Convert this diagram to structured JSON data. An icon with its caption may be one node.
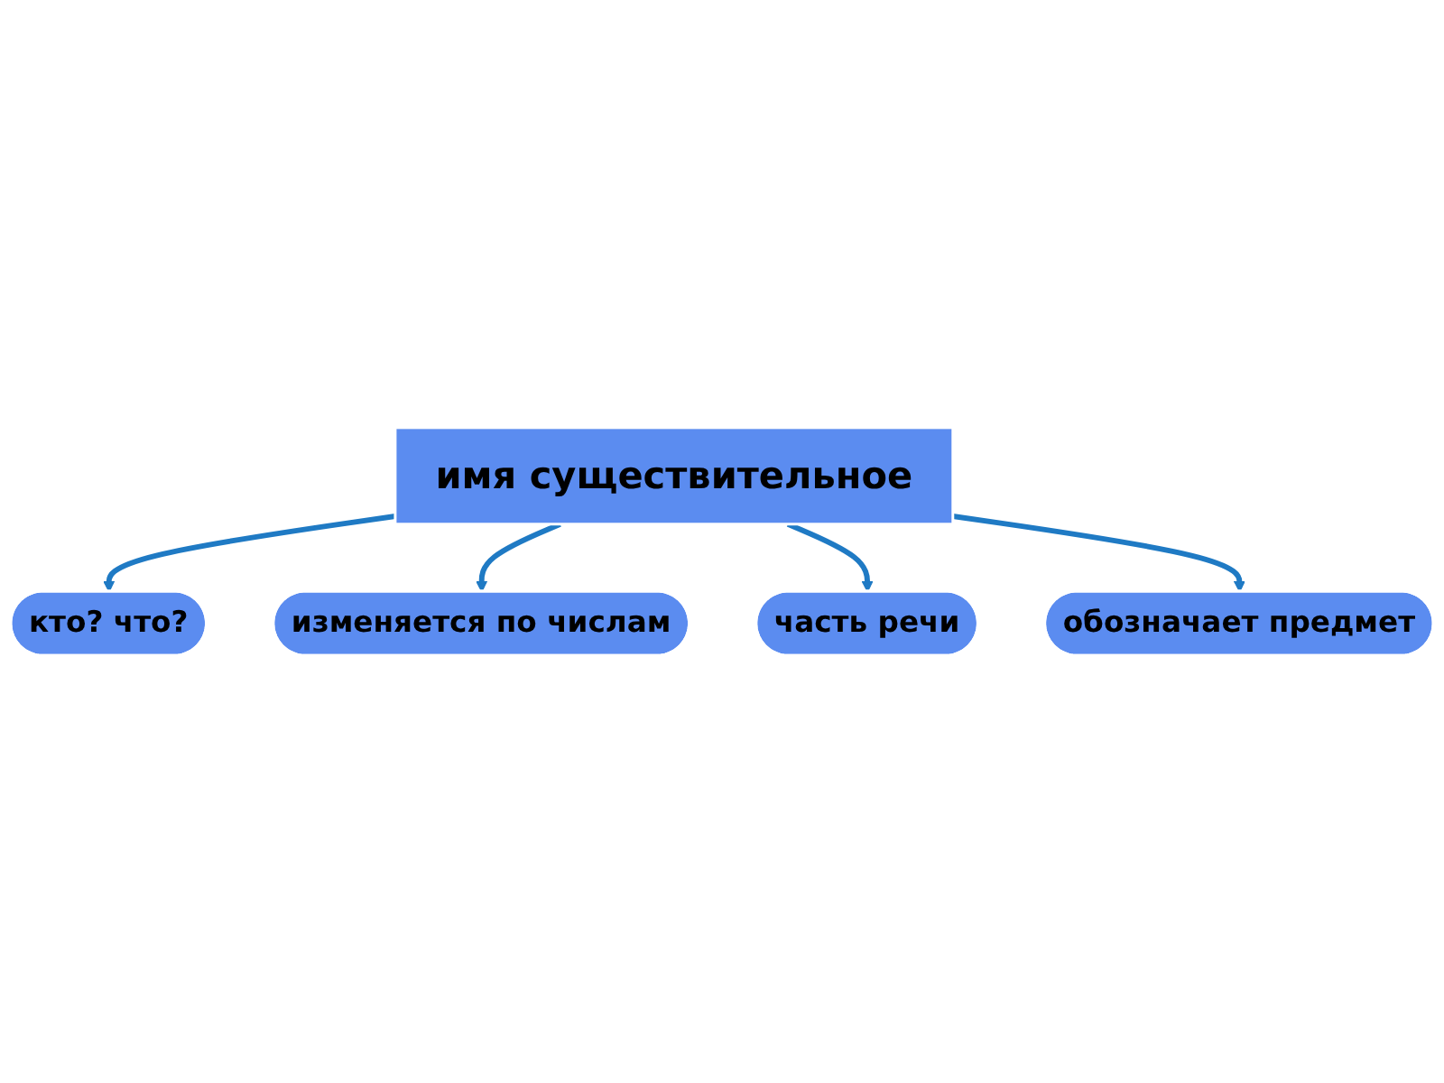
{
  "diagram": {
    "nodes": [
      {
        "text": [
          "имя существительное"
        ]
      },
      {
        "text": [
          "кто? что?"
        ]
      },
      {
        "text": [
          "часть речи"
        ]
      },
      {
        "text": [
          "обозначает предмет"
        ]
      },
      {
        "text": [
          "изменяется по числам"
        ]
      }
    ],
    "edges": [
      {
        "from": 0,
        "to": 1,
        "arrow": "to"
      },
      {
        "from": 0,
        "to": 4,
        "arrow": "to"
      },
      {
        "from": 0,
        "to": 2,
        "arrow": "to"
      },
      {
        "from": 0,
        "to": 3,
        "arrow": "to"
      }
    ]
  }
}
